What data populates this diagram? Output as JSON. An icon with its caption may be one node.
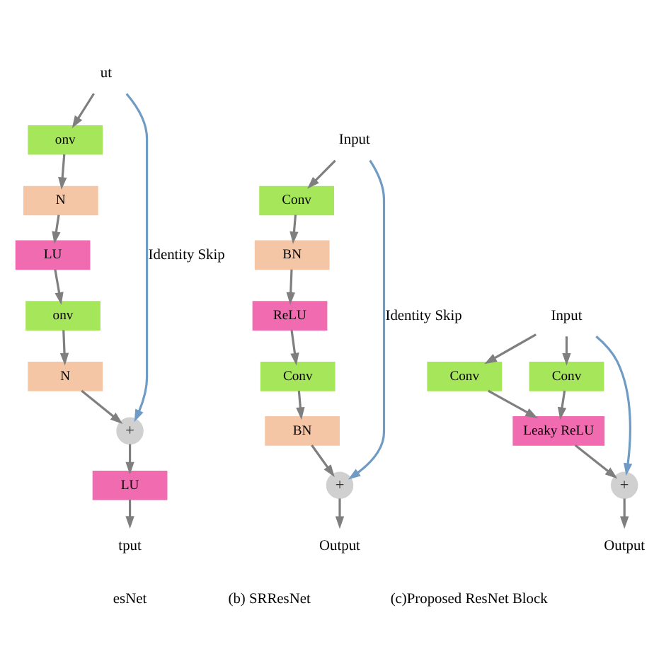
{
  "diagram": {
    "nodes": [
      {
        "text": [
          "ut"
        ]
      },
      {
        "text": [
          "onv"
        ]
      },
      {
        "text": [
          "N"
        ]
      },
      {
        "text": [
          "LU"
        ]
      },
      {
        "text": [
          "onv"
        ]
      },
      {
        "text": [
          "N"
        ]
      },
      {
        "text": [
          "+"
        ]
      },
      {
        "text": [
          "LU"
        ]
      },
      {
        "text": [
          "tput"
        ]
      },
      {
        "text": [
          "Input"
        ]
      },
      {
        "text": [
          "Conv"
        ]
      },
      {
        "text": [
          "BN"
        ]
      },
      {
        "text": [
          "ReLU"
        ]
      },
      {
        "text": [
          "Conv"
        ]
      },
      {
        "text": [
          "BN"
        ]
      },
      {
        "text": [
          "+"
        ]
      },
      {
        "text": [
          "Output"
        ]
      },
      {
        "text": [
          "Input"
        ]
      },
      {
        "text": [
          "Conv"
        ]
      },
      {
        "text": [
          "Conv"
        ]
      },
      {
        "text": [
          "Leaky ReLU"
        ]
      },
      {
        "text": [
          "+"
        ]
      },
      {
        "text": [
          "Output"
        ]
      }
    ],
    "edges": [
      {
        "from": 0,
        "to": 1,
        "arrow": "to"
      },
      {
        "from": 1,
        "to": 2,
        "arrow": "to"
      },
      {
        "from": 2,
        "to": 3,
        "arrow": "to"
      },
      {
        "from": 3,
        "to": 4,
        "arrow": "to"
      },
      {
        "from": 4,
        "to": 5,
        "arrow": "to"
      },
      {
        "from": 5,
        "to": 6,
        "arrow": "to"
      },
      {
        "from": 6,
        "to": 7,
        "arrow": "to"
      },
      {
        "from": 7,
        "to": 8,
        "arrow": "to"
      },
      {
        "from": 0,
        "to": 6,
        "arrow": "to",
        "label": "Identity Skip",
        "color": "#6f9bc5"
      },
      {
        "from": 9,
        "to": 10,
        "arrow": "to"
      },
      {
        "from": 10,
        "to": 11,
        "arrow": "to"
      },
      {
        "from": 11,
        "to": 12,
        "arrow": "to"
      },
      {
        "from": 12,
        "to": 13,
        "arrow": "to"
      },
      {
        "from": 13,
        "to": 14,
        "arrow": "to"
      },
      {
        "from": 14,
        "to": 15,
        "arrow": "to"
      },
      {
        "from": 15,
        "to": 16,
        "arrow": "to"
      },
      {
        "from": 9,
        "to": 15,
        "arrow": "to",
        "label": "Identity Skip",
        "color": "#6f9bc5"
      },
      {
        "from": 17,
        "to": 18,
        "arrow": "to"
      },
      {
        "from": 17,
        "to": 19,
        "arrow": "to"
      },
      {
        "from": 18,
        "to": 20,
        "arrow": "to"
      },
      {
        "from": 19,
        "to": 20,
        "arrow": "to"
      },
      {
        "from": 20,
        "to": 21,
        "arrow": "to"
      },
      {
        "from": 21,
        "to": 22,
        "arrow": "to"
      },
      {
        "from": 17,
        "to": 21,
        "arrow": "to",
        "color": "#6f9bc5"
      }
    ],
    "labels": [
      "esNet",
      "(b) SRResNet",
      "(c)Proposed ResNet Block"
    ]
  }
}
